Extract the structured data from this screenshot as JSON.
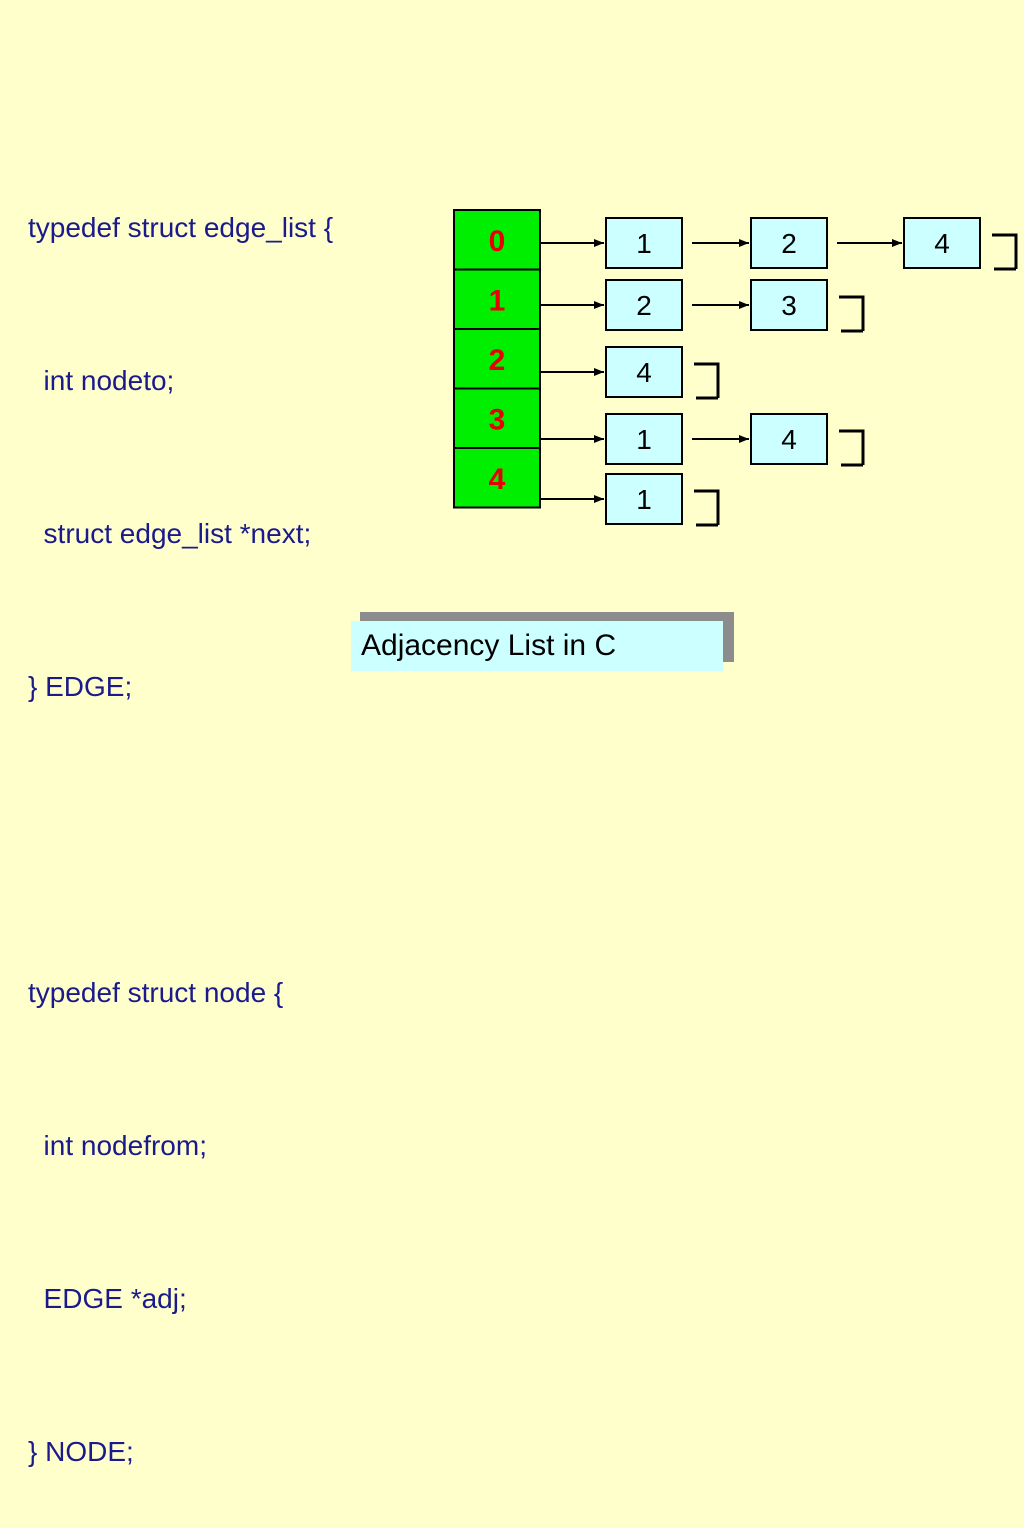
{
  "code": {
    "lines": [
      "typedef struct edge_list {",
      "  int nodeto;",
      "  struct edge_list *next;",
      "} EDGE;",
      "",
      "typedef struct node {",
      "  int nodefrom;",
      "  EDGE *adj;",
      "} NODE;"
    ]
  },
  "adjacency": {
    "nodes": [
      "0",
      "1",
      "2",
      "3",
      "4"
    ],
    "lists": [
      [
        "1",
        "2",
        "4"
      ],
      [
        "2",
        "3"
      ],
      [
        "4"
      ],
      [
        "1",
        "4"
      ],
      [
        "1"
      ]
    ]
  },
  "caption": "Adjacency List in C",
  "colors": {
    "background": "#ffffcc",
    "code_text": "#1a1a8c",
    "node_fill": "#00ee00",
    "node_label": "#e60000",
    "edge_fill": "#ccffff",
    "caption_fill": "#ccffff",
    "caption_shadow": "#8c8c8c"
  }
}
